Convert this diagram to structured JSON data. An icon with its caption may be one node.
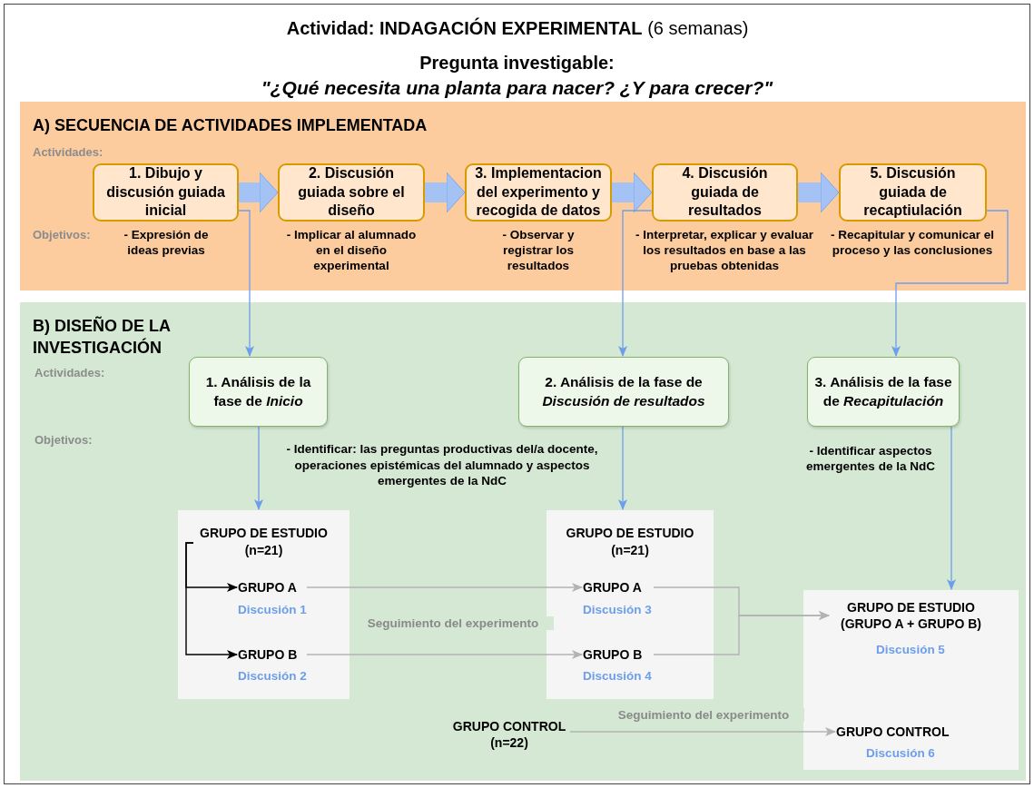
{
  "diagram": {
    "title": "**Actividad: INDAGACIÓN EXPERIMENTAL** (6 semanas)",
    "nodes": [
      {
        "text": [
          "A) SECUENCIA DE ACTIVIDADES IMPLEMENTADA"
        ]
      },
      {
        "text": [
          "1. Dibujo y discusión guiada inicial"
        ],
        "in": 0,
        "beside": [
          "- Expresión de ideas previas"
        ]
      },
      {
        "text": [
          "2. Discusión guiada sobre el diseño"
        ],
        "in": 0,
        "beside": [
          "- Implicar al alumnado en el diseño experimental"
        ]
      },
      {
        "text": [
          "3. Implementacion del experimento y recogida de datos"
        ],
        "in": 0,
        "beside": [
          "- Observar y registrar los resultados"
        ]
      },
      {
        "text": [
          "4. Discusión guiada de resultados"
        ],
        "in": 0,
        "beside": [
          "- Interpretar, explicar y evaluar los resultados en base a las pruebas obtenidas"
        ]
      },
      {
        "text": [
          "5. Discusión guiada de recaptiulación"
        ],
        "in": 0,
        "beside": [
          "- Recapitular y comunicar el proceso y las conclusiones"
        ]
      },
      {
        "text": [
          "B) DISEÑO DE LA INVESTIGACIÓN"
        ]
      },
      {
        "text": [
          "1. Análisis de la fase de *Inicio*"
        ],
        "in": 6
      },
      {
        "text": [
          "2. Análisis de la  fase de *Discusión de resultados*"
        ],
        "in": 6
      },
      {
        "text": [
          "3. Análisis de la fase de *Recapitulación*"
        ],
        "in": 6,
        "beside": [
          "- Identificar aspectos emergentes de la NdC"
        ]
      },
      {
        "text": [
          "GRUPO DE ESTUDIO (n=21)"
        ],
        "in": 6
      },
      {
        "text": [
          "GRUPO A"
        ],
        "in": 10,
        "beside": [
          "Discusión 1"
        ]
      },
      {
        "text": [
          "GRUPO B"
        ],
        "in": 10,
        "beside": [
          "Discusión 2"
        ]
      },
      {
        "text": [
          "GRUPO DE ESTUDIO (n=21)"
        ],
        "in": 6
      },
      {
        "text": [
          "GRUPO A"
        ],
        "in": 13,
        "beside": [
          "Discusión 3"
        ]
      },
      {
        "text": [
          "GRUPO B"
        ],
        "in": 13,
        "beside": [
          "Discusión 4"
        ]
      },
      {
        "text": [],
        "shape": "box",
        "in": 6
      },
      {
        "text": [
          "GRUPO DE ESTUDIO (GRUPO A + GRUPO B)"
        ],
        "in": 16,
        "beside": [
          "Discusión 5"
        ]
      },
      {
        "text": [
          "GRUPO CONTROL"
        ],
        "in": 16,
        "beside": [
          "Discusión 6"
        ]
      },
      {
        "text": [
          "GRUPO CONTROL (n=22)"
        ],
        "in": 6
      }
    ],
    "edges": [
      {
        "from": 1,
        "to": 2,
        "arrow": "to",
        "style": "thick",
        "color": "#a4c2f4"
      },
      {
        "from": 2,
        "to": 3,
        "arrow": "to",
        "style": "thick",
        "color": "#a4c2f4"
      },
      {
        "from": 3,
        "to": 4,
        "arrow": "to",
        "style": "thick",
        "color": "#a4c2f4"
      },
      {
        "from": 4,
        "to": 5,
        "arrow": "to",
        "style": "thick",
        "color": "#a4c2f4"
      },
      {
        "from": 1,
        "to": 7,
        "arrow": "to"
      },
      {
        "from": 4,
        "to": 8,
        "arrow": "to"
      },
      {
        "from": 5,
        "to": 9,
        "arrow": "to"
      },
      {
        "from": 7,
        "to": 10,
        "arrow": "to"
      },
      {
        "from": 8,
        "to": 13,
        "arrow": "to"
      },
      {
        "from": 9,
        "to": 16,
        "arrow": "to"
      },
      {
        "from": 10,
        "to": 11,
        "arrow": "to",
        "color": "#000000"
      },
      {
        "from": 10,
        "to": 12,
        "arrow": "to",
        "color": "#000000"
      },
      {
        "from": 11,
        "to": 14,
        "arrow": "to",
        "color": "#b3b3b3",
        "label": "Seguimiento del experimento"
      },
      {
        "from": 12,
        "to": 15,
        "arrow": "to",
        "color": "#b3b3b3"
      },
      {
        "from": 14,
        "to": 17,
        "arrow": "to",
        "color": "#b3b3b3"
      },
      {
        "from": 15,
        "to": 17,
        "arrow": "to",
        "color": "#b3b3b3"
      },
      {
        "from": 19,
        "to": 18,
        "arrow": "to",
        "color": "#b3b3b3",
        "label": "Seguimiento del experimento"
      }
    ],
    "labels": [
      "Pregunta investigable:",
      "\"¿Qué necesita una planta para nacer? ¿Y para crecer?\"",
      "Actividades:",
      "Objetivos:",
      "Actividades:",
      "Objetivos:",
      "- Identificar: las preguntas productivas del/a docente, operaciones epistémicas del alumnado y aspectos emergentes de la NdC"
    ]
  }
}
